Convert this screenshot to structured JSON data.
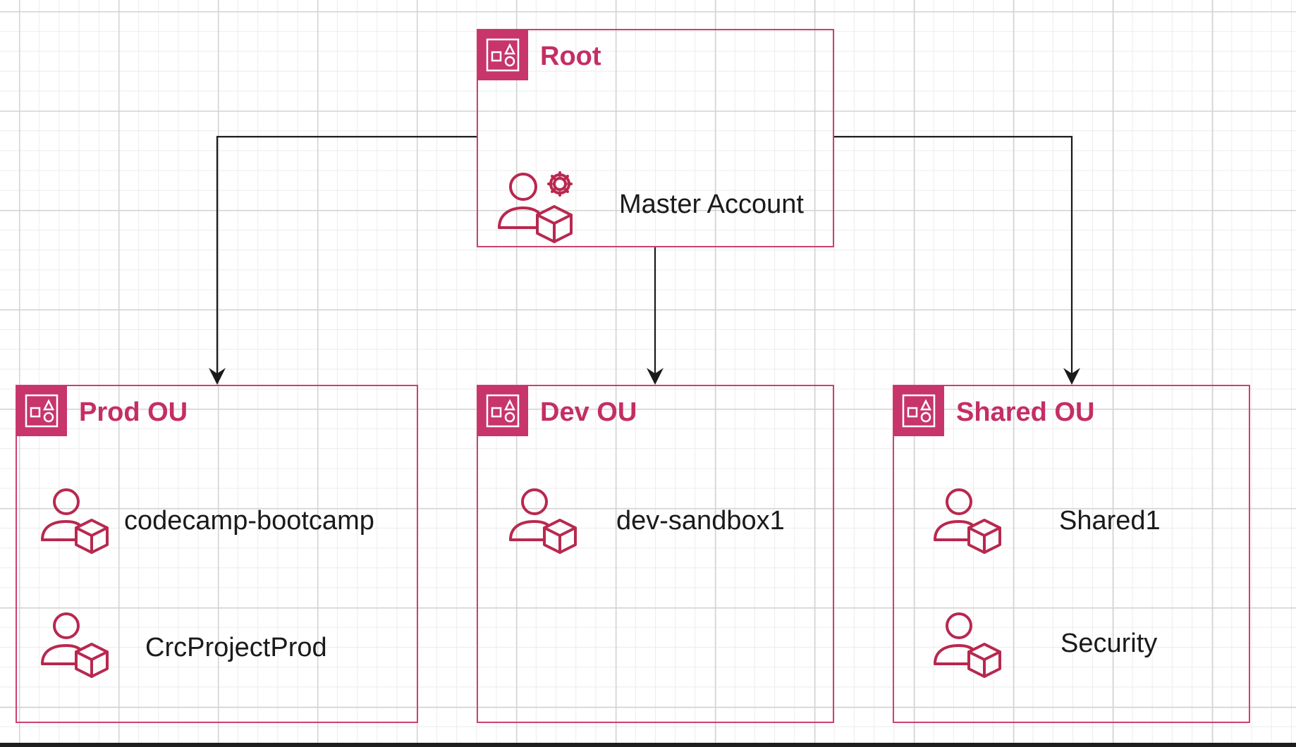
{
  "root": {
    "title": "Root",
    "master_account": "Master Account"
  },
  "prod_ou": {
    "title": "Prod OU",
    "accounts": [
      "codecamp-bootcamp",
      "CrcProjectProd"
    ]
  },
  "dev_ou": {
    "title": "Dev OU",
    "accounts": [
      "dev-sandbox1"
    ]
  },
  "shared_ou": {
    "title": "Shared OU",
    "accounts": [
      "Shared1",
      "Security"
    ]
  },
  "colors": {
    "accent": "#c7356a",
    "border": "#cf3f70",
    "icon_stroke": "#b8284f",
    "arrow": "#1a1a1a"
  },
  "icons": {
    "group": "organization-group-icon",
    "account": "member-account-icon",
    "management": "management-account-icon"
  }
}
